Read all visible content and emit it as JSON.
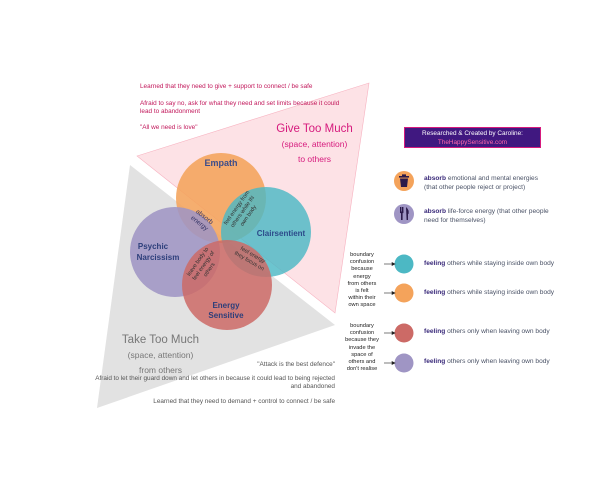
{
  "give": {
    "title": "Give Too Much",
    "subtitle_1": "(space, attention)",
    "subtitle_2": "to others",
    "note_1": "Learned that they need to give + support to connect / be safe",
    "note_2": "Afraid to say no, ask for what they need and set limits because it could lead to abandonment",
    "note_3": "\"All we need is love\""
  },
  "take": {
    "title": "Take Too Much",
    "subtitle_1": "(space, attention)",
    "subtitle_2": "from others",
    "note_1": "\"Attack is the best defence\"",
    "note_2": "Afraid to let their guard down and let others in because it could lead to being rejected and abandoned",
    "note_3": "Learned that they need to demand + control to connect / be safe"
  },
  "circles": {
    "empath": "Empath",
    "clairsentient": "Clairsentient",
    "psychic_1": "Psychic",
    "psychic_2": "Narcissism",
    "energy_1": "Energy",
    "energy_2": "Sensitive"
  },
  "overlaps": {
    "absorb_1": "absorb",
    "absorb_2": "energy",
    "feel_up_1": "feel energy from",
    "feel_up_2": "others while IN",
    "feel_up_3": "own body",
    "feel_side_1": "feel energy",
    "feel_side_2": "they focus on",
    "feel_down_1": "leave body to",
    "feel_down_2": "feel energy of",
    "feel_down_3": "others"
  },
  "credit": {
    "line_1": "Researched & Created by Caroline:",
    "line_2": "TheHappySensitive.com"
  },
  "legend": {
    "absorb_emotional_bold": "absorb",
    "absorb_emotional_rest": " emotional and mental energies",
    "absorb_emotional_line2": "(that other people reject or project)",
    "absorb_life_bold": "absorb",
    "absorb_life_rest": " life-force energy (that other people",
    "absorb_life_line2": "need for themselves)",
    "feeling_bold": "feeling",
    "feeling_staying": " others while staying inside own body",
    "feeling_leaving": " others only when leaving own body"
  },
  "side_notes": {
    "upper": [
      "boundary",
      "confusion",
      "because",
      "energy",
      "from others",
      "is felt",
      "within their",
      "own space"
    ],
    "lower": [
      "boundary",
      "confusion",
      "because they",
      "invade the",
      "space of",
      "others and",
      "don't realise"
    ]
  },
  "colors": {
    "pink_triangle": "#fde2e6",
    "grey_triangle": "#e2e2e2",
    "empath": "#f4a35b",
    "clairsentient": "#4cb8c4",
    "narcissism": "#9f95c4",
    "energy_sensitive": "#cc6a66",
    "accent_pink": "#d61a7d",
    "banner": "#401880"
  },
  "icons": [
    "trash-can-icon",
    "fork-knife-icon"
  ]
}
